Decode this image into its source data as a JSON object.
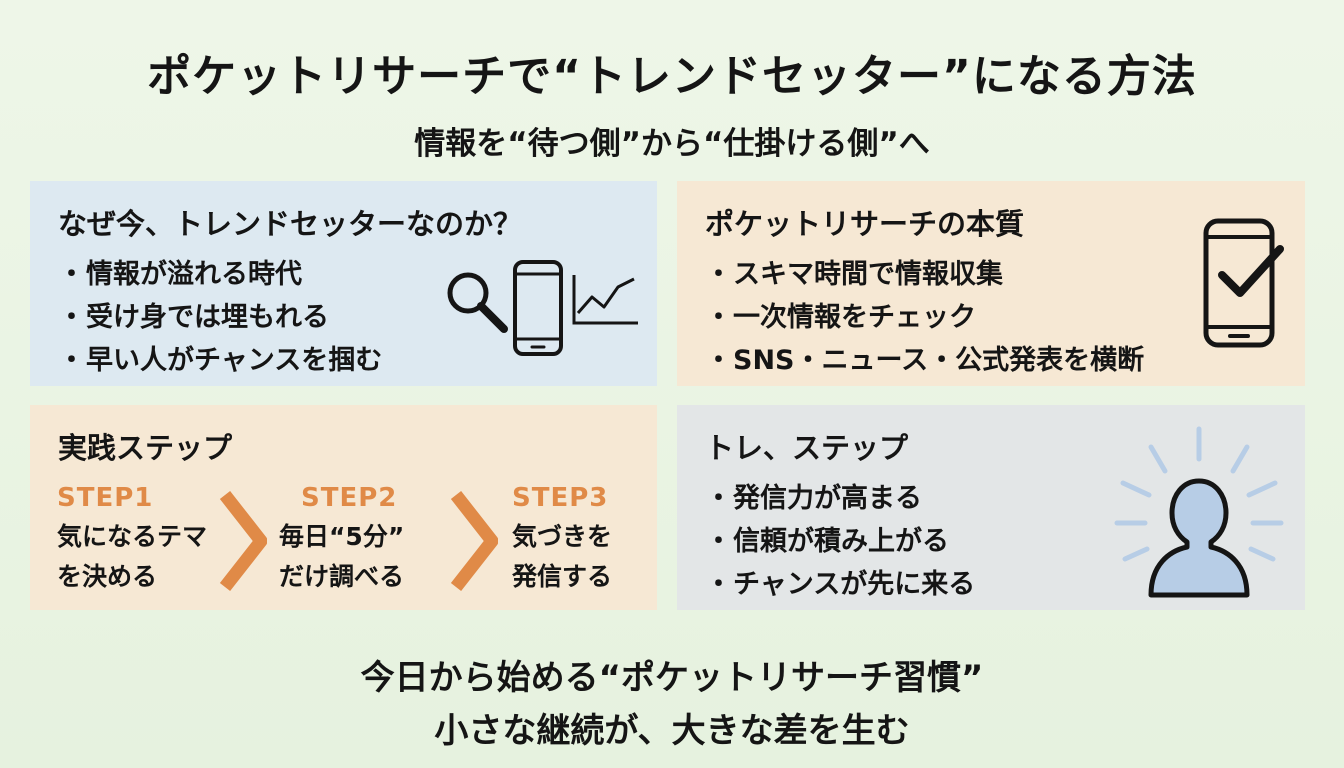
{
  "title": "ポケットリサーチで“トレンドセッター”になる方法",
  "subtitle": "情報を“待つ側”から“仕掛ける側”へ",
  "why": {
    "title": "なぜ今、トレンドセッターなのか？",
    "items": [
      "情報が溢れる時代",
      "受け身では埋もれる",
      "早い人がチャンスを掴む"
    ],
    "icons": [
      "magnifier-icon",
      "smartphone-icon",
      "line-chart-icon"
    ]
  },
  "essence": {
    "title": "ポケットリサーチの本質",
    "items": [
      "スキマ時間で情報収集",
      "一次情報をチェック",
      "SNS・ニュース・公式発表を横断"
    ],
    "icon": "phone-check-icon"
  },
  "steps": {
    "title": "実践ステップ",
    "items": [
      {
        "label": "STEP1",
        "line1": "気になるテマ",
        "line2": "を決める"
      },
      {
        "label": "STEP2",
        "line1": "毎日“5分”",
        "line2": "だけ調べる"
      },
      {
        "label": "STEP3",
        "line1": "気づきを",
        "line2": "発信する"
      }
    ],
    "arrow_color": "#e08a47"
  },
  "effects": {
    "title": "トレ、ステップ",
    "items": [
      "発信力が高まる",
      "信頼が積み上がる",
      "チャンスが先に来る"
    ],
    "icon": "person-glow-icon"
  },
  "footer": {
    "line1": "今日から始める“ポケットリサーチ習慣”",
    "line2": "小さな継続が、大きな差を生む"
  },
  "bullet": "・",
  "colors": {
    "blue_panel": "#dde9f1",
    "orange_panel": "#f6e8d4",
    "gray_panel": "#e3e6e7",
    "accent_orange": "#e08a47",
    "icon_blue": "#b7cde6"
  }
}
